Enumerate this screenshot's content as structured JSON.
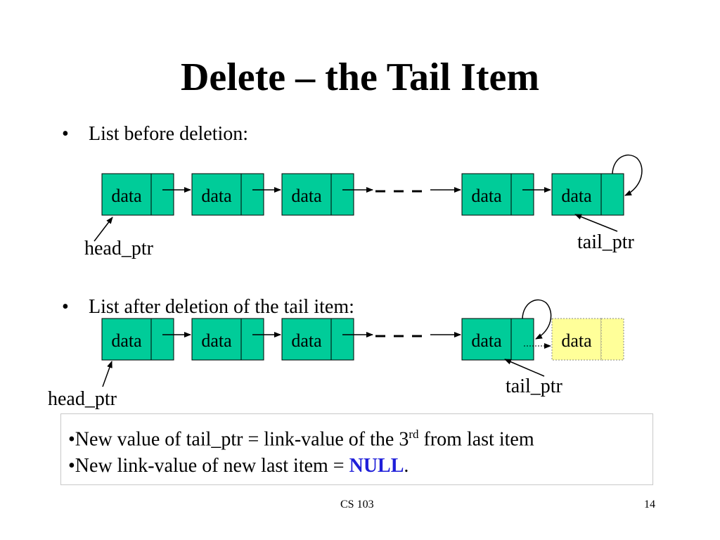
{
  "slide": {
    "title": "Delete – the Tail Item",
    "bullet_char": "•",
    "bullets": [
      "List before deletion:",
      "List after deletion of the tail item:"
    ]
  },
  "diagram_before": {
    "node_label": "data",
    "head_pointer_label": "head_ptr",
    "tail_pointer_label": "tail_ptr"
  },
  "diagram_after": {
    "node_label": "data",
    "head_pointer_label": "head_ptr",
    "tail_pointer_label": "tail_ptr"
  },
  "notes": {
    "line1_prefix": "•New value of tail_ptr = link-value of the 3",
    "line1_sup": "rd",
    "line1_suffix": " from last item",
    "line2_prefix": "•New link-value of new last item = ",
    "line2_null": "NULL",
    "line2_suffix": "."
  },
  "footer": {
    "course": "CS 103",
    "page": "14"
  },
  "colors": {
    "node_fill": "#00cc99",
    "deleted_node_fill": "#ffff99",
    "null_text": "#1f1fd9"
  }
}
